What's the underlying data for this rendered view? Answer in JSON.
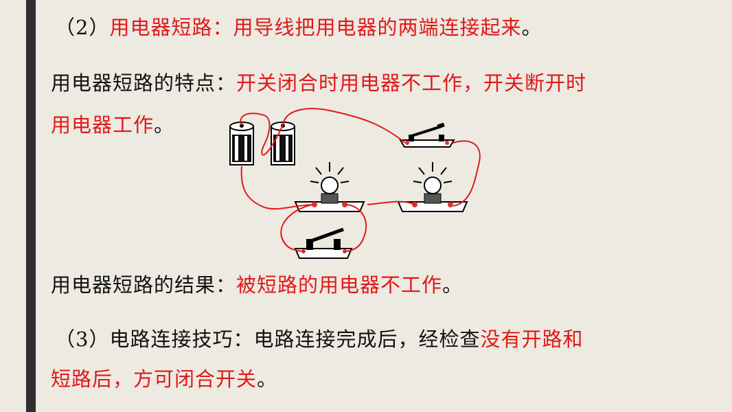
{
  "slide": {
    "line1": {
      "prefix": "（2）",
      "part1": "用电器短路：用导线把用电器的两端连接起来",
      "suffix": "。"
    },
    "line2": {
      "part1": "用电器短路的特点：",
      "part2": "开关闭合时用电器不工作，开关断开时"
    },
    "line3": {
      "part1": "用电器工作",
      "part2": "。"
    },
    "line4": {
      "part1": "用电器短路的结果：",
      "part2": "被短路的用电器不工作",
      "part3": "。"
    },
    "line5": {
      "part1": "（3）电路连接技巧：电路连接完成后，经检查",
      "part2": "没有开路和"
    },
    "line6": {
      "part1": "短路后，方可闭合开关",
      "part2": "。"
    }
  },
  "colors": {
    "accent_red": "#E01818",
    "text": "#111111",
    "background": "#EDEAE2",
    "bar": "#2E2E2E"
  },
  "diagram": {
    "icons": [
      "battery-icon",
      "battery-icon",
      "knife-switch-icon",
      "light-bulb-icon",
      "light-bulb-icon",
      "knife-switch-icon"
    ]
  }
}
